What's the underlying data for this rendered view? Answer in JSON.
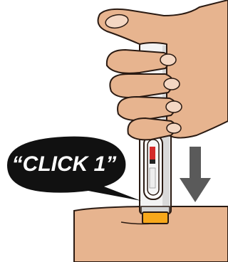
{
  "callout": {
    "text": "“CLICK 1”"
  },
  "colors": {
    "skin": "#e7b48f",
    "skin_shadow": "#c98f69",
    "outline": "#2a1a12",
    "pen_body": "#f3f3f3",
    "pen_shadow": "#cfcfcf",
    "needle_cover": "#f7a81b",
    "window_red": "#d42a2a",
    "arrow": "#5a5a5a",
    "bubble": "#111111",
    "bubble_text": "#ffffff"
  },
  "icons": {
    "direction_arrow": "arrow-down-icon",
    "hand": "hand-holding-pen-illustration",
    "pen": "auto-injector-pen-illustration"
  }
}
